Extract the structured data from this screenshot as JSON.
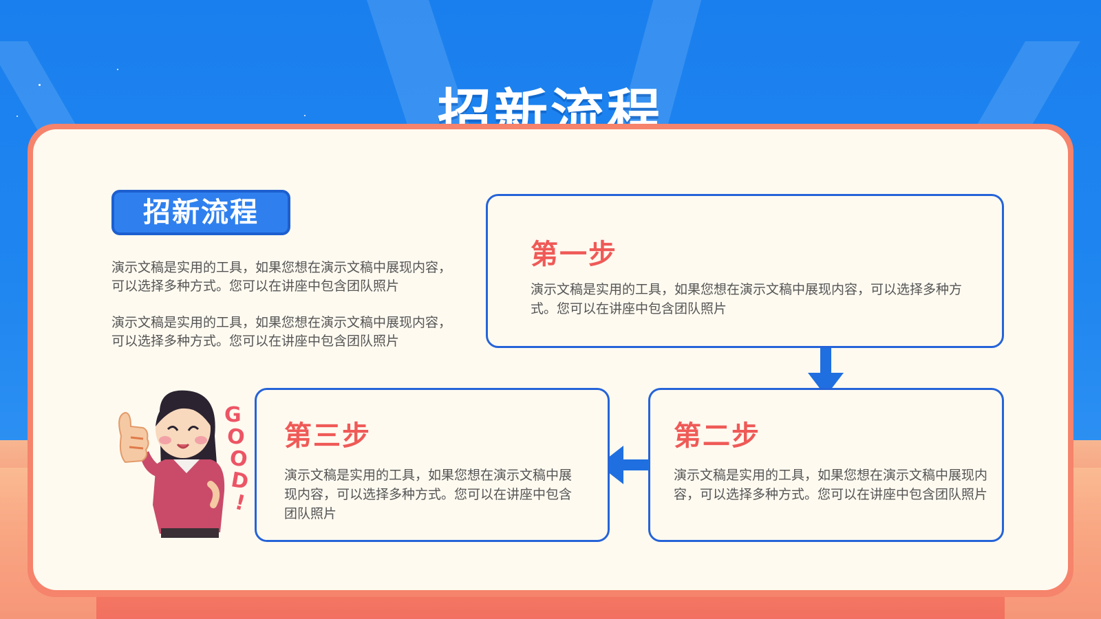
{
  "slide": {
    "title": "招新流程",
    "tag_label": "招新流程",
    "intro_paragraphs": [
      "演示文稿是实用的工具，如果您想在演示文稿中展现内容，可以选择多种方式。您可以在讲座中包含团队照片",
      "演示文稿是实用的工具，如果您想在演示文稿中展现内容，可以选择多种方式。您可以在讲座中包含团队照片"
    ],
    "steps": [
      {
        "title": "第一步",
        "text": "演示文稿是实用的工具，如果您想在演示文稿中展现内容，可以选择多种方式。您可以在讲座中包含团队照片"
      },
      {
        "title": "第二步",
        "text": "演示文稿是实用的工具，如果您想在演示文稿中展现内容，可以选择多种方式。您可以在讲座中包含团队照片"
      },
      {
        "title": "第三步",
        "text": "演示文稿是实用的工具，如果您想在演示文稿中展现内容，可以选择多种方式。您可以在讲座中包含团队照片"
      }
    ],
    "illustration": {
      "icon": "thumbs-up-girl-icon",
      "good_letters": [
        "G",
        "O",
        "O",
        "D",
        "!"
      ]
    }
  },
  "colors": {
    "background_blue": "#1f86f0",
    "panel_border": "#f6836b",
    "panel_fill": "#fefaf0",
    "step_border": "#2563d8",
    "step_title": "#ef5a57",
    "arrow": "#1f6fe0"
  }
}
